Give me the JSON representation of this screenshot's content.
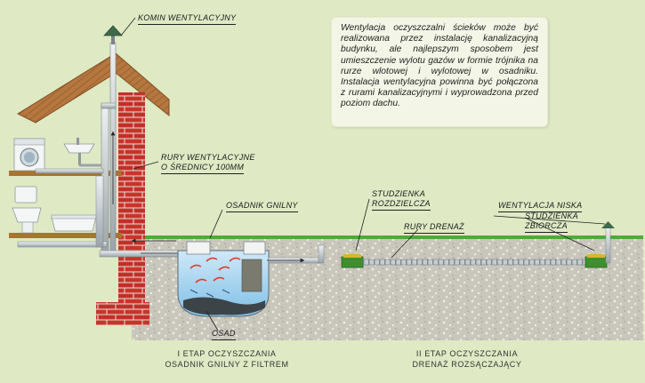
{
  "labels": {
    "komin": "KOMIN WENTYLACYJNY",
    "rury_went_1": "RURY WENTYLACYJNE",
    "rury_went_2": "O ŚREDNICY 100MM",
    "osadnik": "OSADNIK GNILNY",
    "studzienka_rozdz_1": "STUDZIENKA",
    "studzienka_rozdz_2": "ROZDZIELCZA",
    "rury_drenaz": "RURY DRENAŻ",
    "wentylacja_niska": "WENTYLACJA NISKA",
    "studzienka_zb_1": "STUDZIENKA",
    "studzienka_zb_2": "ZBIORCZA",
    "osad": "OSAD"
  },
  "info_text": "Wentylacja oczyszczalni ścieków może być realizowana przez instalację kanalizacyjną budynku, ale najlepszym sposobem jest umieszczenie wylotu gazów w formie trójnika na rurze wlotowej i wylotowej w osadniku. Instalacja wentylacyjna powinna być połączona z rurami kanalizacyjnymi i wyprowadzona przed poziom dachu.",
  "stage1": {
    "line1": "I ETAP OCZYSZCZANIA",
    "line2": "OSADNIK GNILNY Z FILTREM"
  },
  "stage2": {
    "line1": "II ETAP OCZYSZCZANIA",
    "line2": "DRENAŻ ROZSĄCZAJĄCY"
  },
  "colors": {
    "background": "#dfe9c4",
    "brick": "#c9342a",
    "roof": "#b5773f",
    "shelf": "#a8742f",
    "soil": "#c9c6bb",
    "grass": "#4faa3a",
    "chamber": "#3e8f2f",
    "water": "#8fc9ea",
    "arrow": "#e23a2a",
    "pipe": "#c7cdd1"
  },
  "icons": [
    "vent-cap-icon",
    "washing-machine-icon",
    "sink-icon",
    "toilet-icon",
    "bathtub-icon",
    "flow-arrow-icon"
  ]
}
